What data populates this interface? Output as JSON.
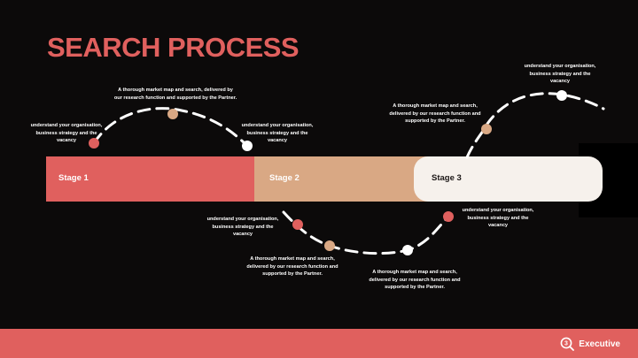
{
  "title": "SEARCH PROCESS",
  "stages": [
    "Stage 1",
    "Stage 2",
    "Stage 3"
  ],
  "notes": {
    "n1": "understand your organisation, business strategy and the vacancy",
    "n2": "A thorough market map and search, delivered by our research function and supported by the Partner.",
    "n3": "understand your organisation, business strategy and the vacancy",
    "n4": "A thorough market map and search, delivered by our research function and supported by the Partner.",
    "n5": "understand your organisation, business strategy and the vacancy",
    "n6": "understand your organisation, business strategy and the vacancy",
    "n7": "understand your organisation, business strategy and the vacancy",
    "n8": "A thorough market map and search, delivered by our research function and supported by the Partner.",
    "n9": "A thorough market map and search, delivered by our research function and supported by the Partner."
  },
  "brand": {
    "name": "Executive",
    "icon": "magnifier-3-icon"
  },
  "colors": {
    "coral": "#e0605e",
    "tan": "#d9a884",
    "cream": "#f6f1ec",
    "background": "#0c0a0a"
  }
}
